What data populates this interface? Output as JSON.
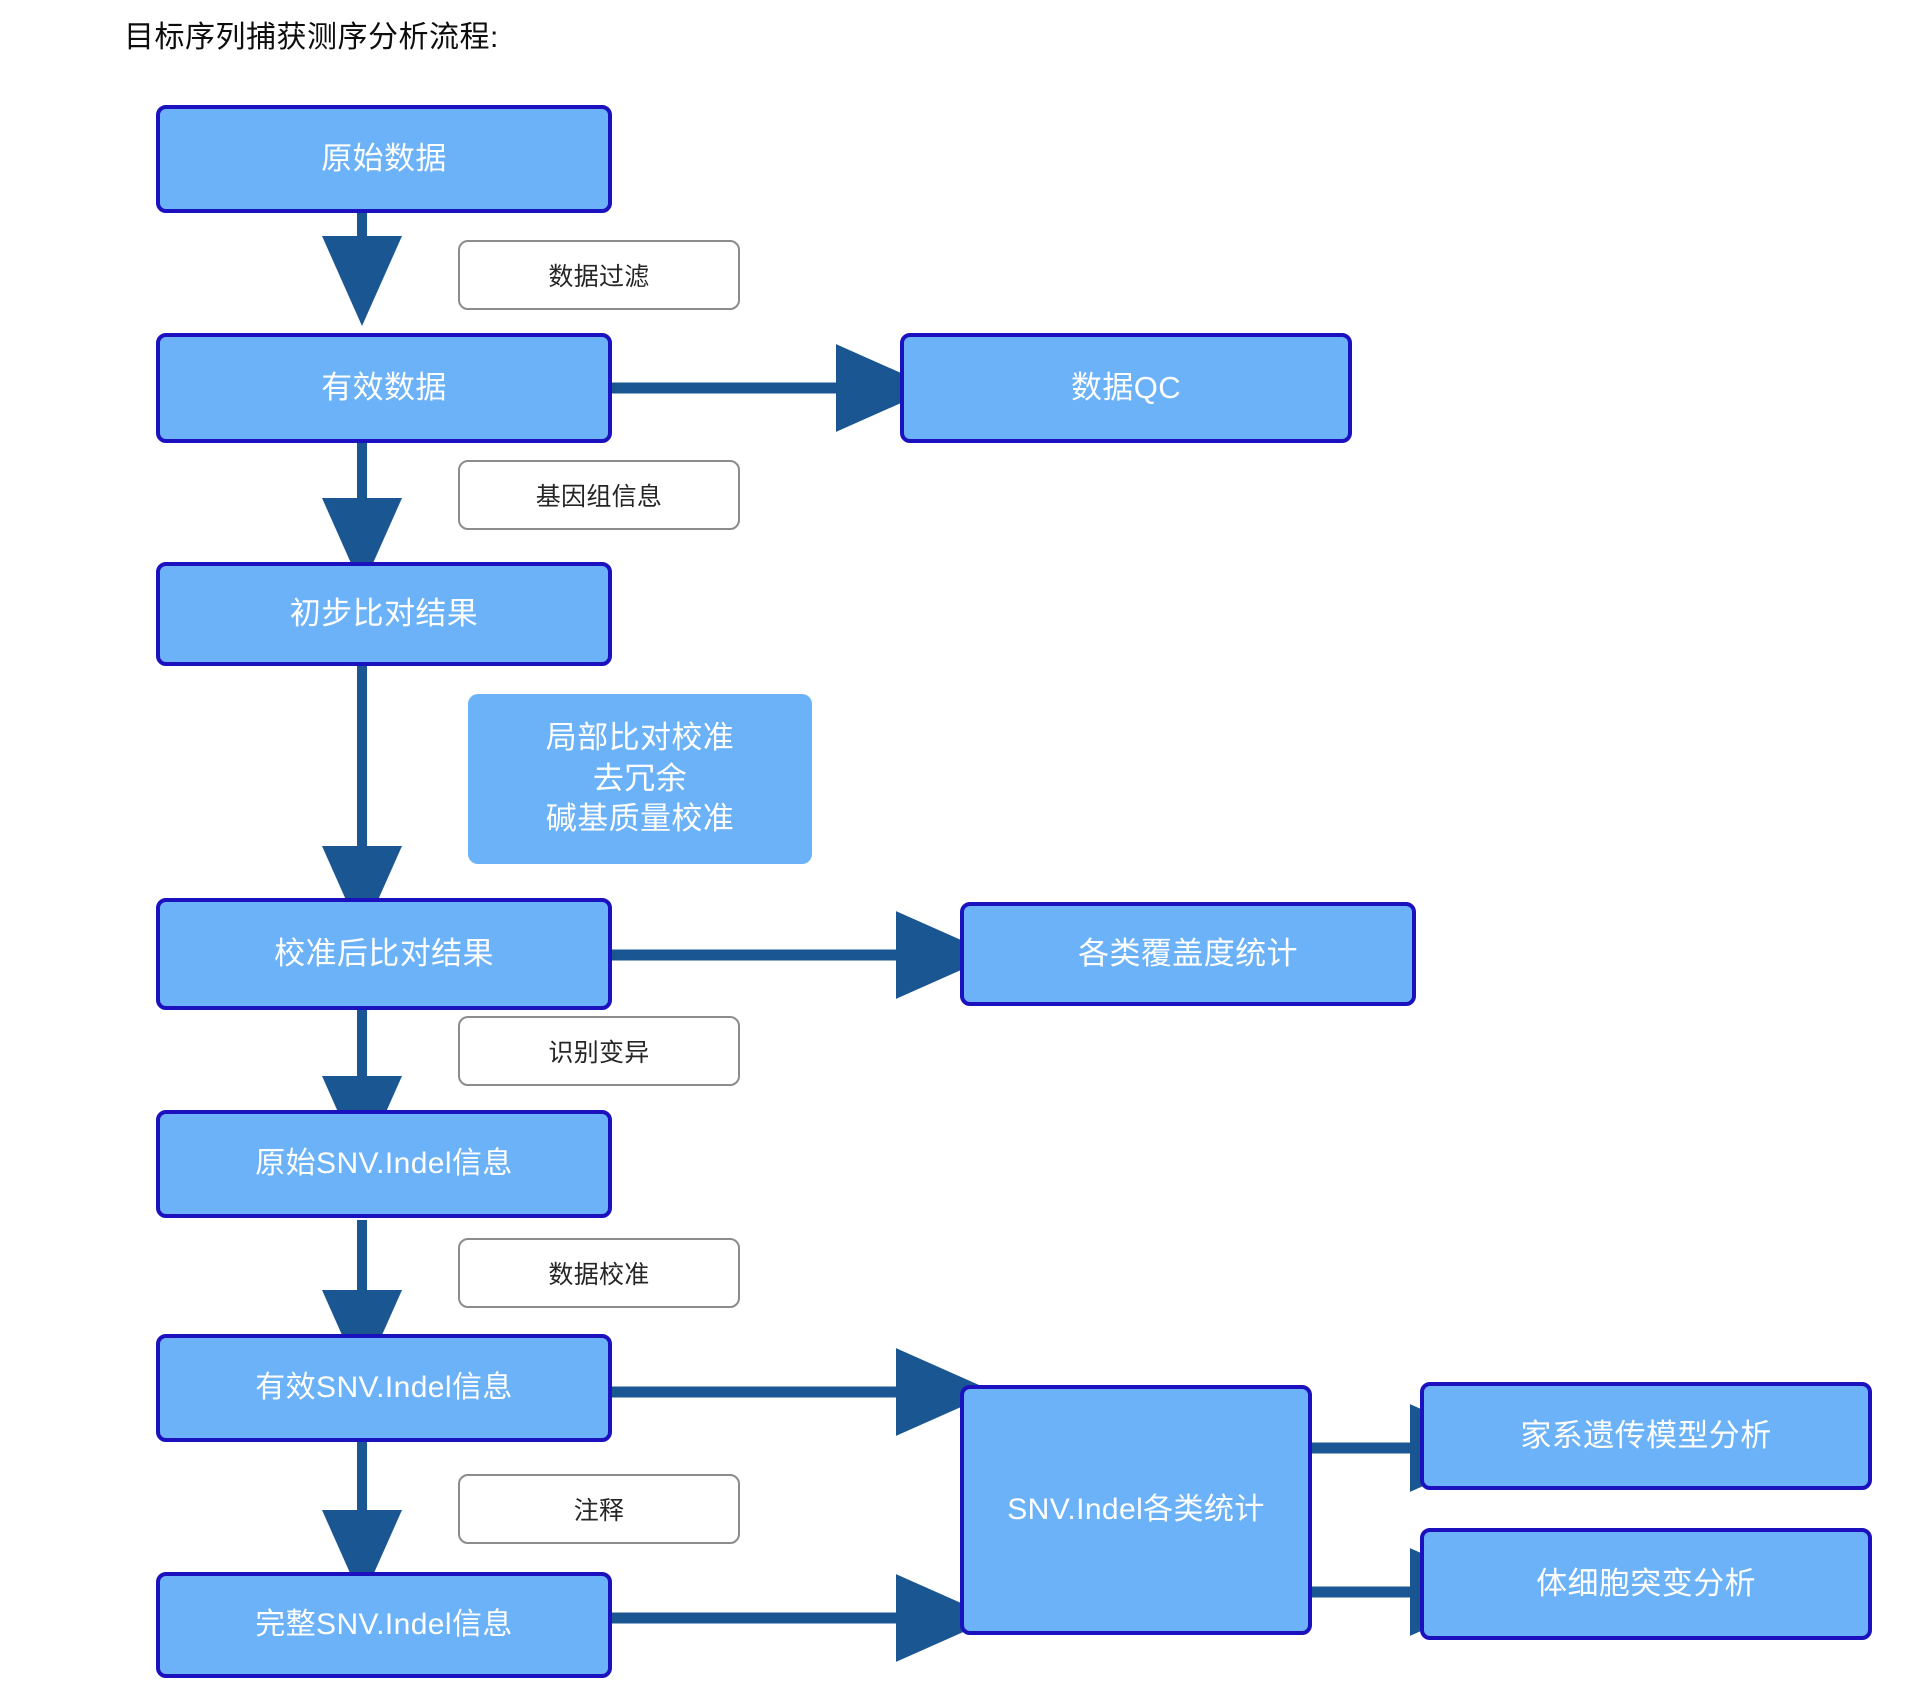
{
  "page": {
    "title": "目标序列捕获测序分析流程:",
    "background": "#ffffff"
  },
  "colors": {
    "box_fill": "#6cb2f8",
    "box_border": "#1b11bf",
    "box_text": "#ffffff",
    "label_fill": "#ffffff",
    "label_border": "#8c8c8c",
    "label_text": "#262626",
    "arrow": "#1a5792",
    "title_text": "#0d0d0d"
  },
  "nodes": {
    "raw_data": "原始数据",
    "valid_data": "有效数据",
    "data_qc": "数据QC",
    "initial_alignment": "初步比对结果",
    "realign_note_line1": "局部比对校准",
    "realign_note_line2": "去冗余",
    "realign_note_line3": "碱基质量校准",
    "calibrated_alignment": "校准后比对结果",
    "coverage_stats": "各类覆盖度统计",
    "raw_snv_indel": "原始SNV.Indel信息",
    "valid_snv_indel": "有效SNV.Indel信息",
    "full_snv_indel": "完整SNV.Indel信息",
    "snv_indel_stats": "SNV.Indel各类统计",
    "pedigree_analysis": "家系遗传模型分析",
    "somatic_analysis": "体细胞突变分析"
  },
  "edge_labels": {
    "data_filtering": "数据过滤",
    "genome_info": "基因组信息",
    "variant_calling": "识别变异",
    "data_calibration": "数据校准",
    "annotation": "注释"
  },
  "flow": {
    "steps": [
      {
        "from": "原始数据",
        "to": "有效数据",
        "label": "数据过滤",
        "direction": "down"
      },
      {
        "from": "有效数据",
        "to": "数据QC",
        "label": "",
        "direction": "right"
      },
      {
        "from": "有效数据",
        "to": "初步比对结果",
        "label": "基因组信息",
        "direction": "down"
      },
      {
        "from": "初步比对结果",
        "to": "校准后比对结果",
        "label": "局部比对校准 / 去冗余 / 碱基质量校准",
        "direction": "down"
      },
      {
        "from": "校准后比对结果",
        "to": "各类覆盖度统计",
        "label": "",
        "direction": "right"
      },
      {
        "from": "校准后比对结果",
        "to": "原始SNV.Indel信息",
        "label": "识别变异",
        "direction": "down"
      },
      {
        "from": "原始SNV.Indel信息",
        "to": "有效SNV.Indel信息",
        "label": "数据校准",
        "direction": "down"
      },
      {
        "from": "有效SNV.Indel信息",
        "to": "SNV.Indel各类统计",
        "label": "",
        "direction": "right"
      },
      {
        "from": "有效SNV.Indel信息",
        "to": "完整SNV.Indel信息",
        "label": "注释",
        "direction": "down"
      },
      {
        "from": "完整SNV.Indel信息",
        "to": "SNV.Indel各类统计",
        "label": "",
        "direction": "right"
      },
      {
        "from": "SNV.Indel各类统计",
        "to": "家系遗传模型分析",
        "label": "",
        "direction": "right"
      },
      {
        "from": "SNV.Indel各类统计",
        "to": "体细胞突变分析",
        "label": "",
        "direction": "right"
      }
    ]
  }
}
